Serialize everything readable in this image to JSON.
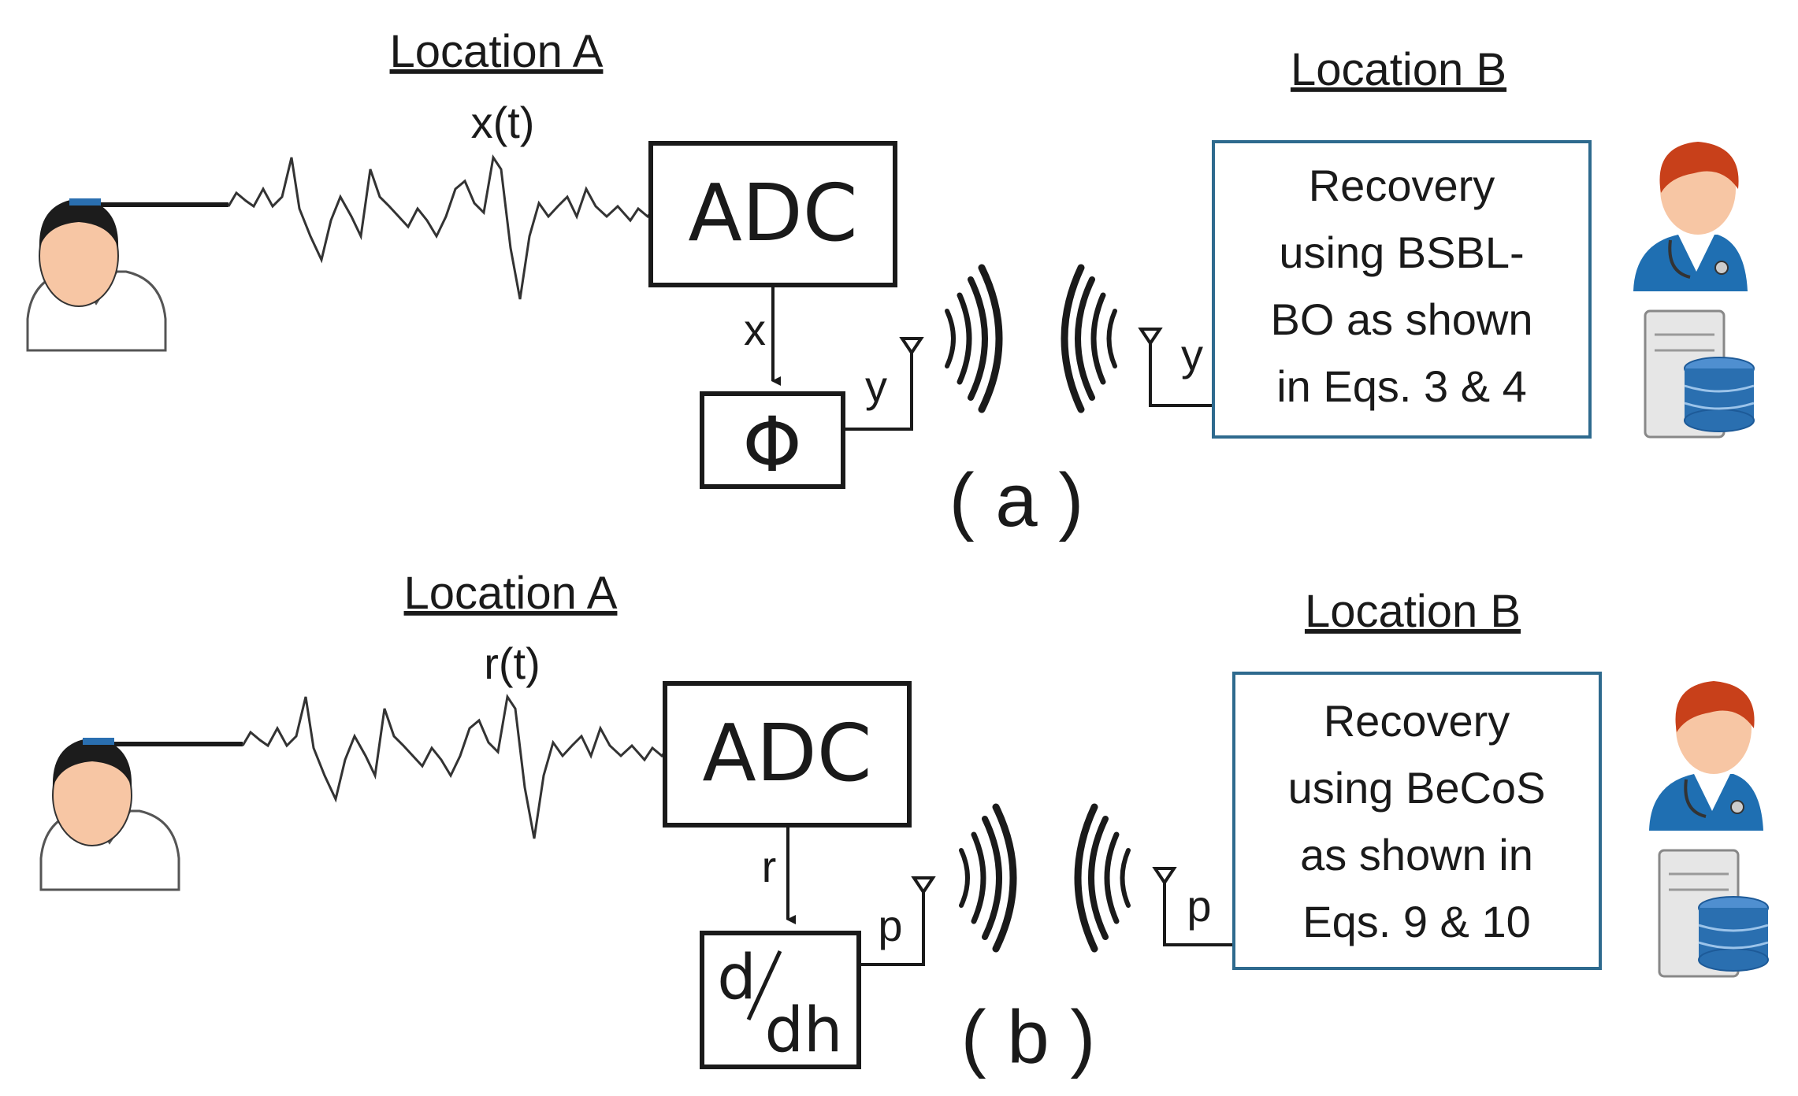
{
  "panel_a": {
    "location_a": "Location A",
    "location_b": "Location B",
    "signal_label": "x(t)",
    "adc_label": "ADC",
    "arrow_label": "x",
    "matrix_label": "Φ",
    "tx_label": "y",
    "rx_label": "y",
    "recovery_lines": [
      "Recovery",
      "using BSBL-",
      "BO as shown",
      "in Eqs.  3 & 4"
    ],
    "caption": "( a )"
  },
  "panel_b": {
    "location_a": "Location A",
    "location_b": "Location B",
    "signal_label": "r(t)",
    "adc_label": "ADC",
    "arrow_label": "r",
    "op_numerator": "d",
    "op_denominator": "dh",
    "tx_label": "p",
    "rx_label": "p",
    "recovery_lines": [
      "Recovery",
      "using BeCoS",
      "as shown in",
      "Eqs.  9 & 10"
    ],
    "caption": "( b )"
  },
  "colors": {
    "box_border": "#2e6a8e",
    "ink": "#1a1a1a",
    "skin": "#f7c6a4",
    "hair": "#1c1c1c",
    "doctor_hair": "#c8401a",
    "doctor_coat": "#1f6fb2",
    "db_blue": "#2a6fb0"
  }
}
